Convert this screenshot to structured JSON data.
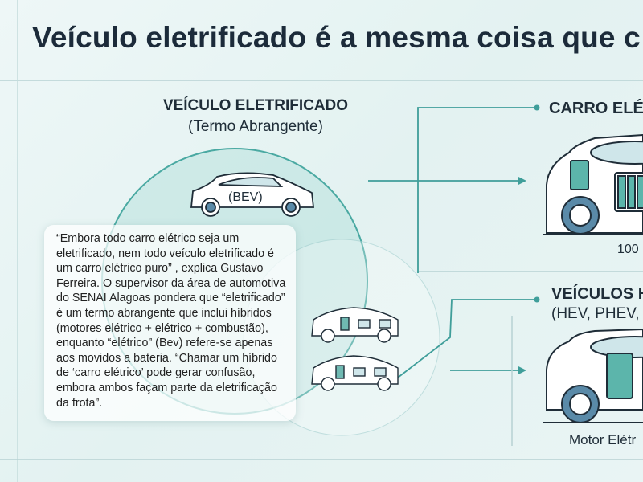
{
  "title": "Veículo eletrificado é a mesma coisa que c",
  "left": {
    "heading": "VEÍCULO ELETRIFICADO",
    "subheading": "(Termo Abrangente)",
    "car_label": "(BEV)",
    "quote": "“Embora todo carro elétrico seja um eletrificado, nem todo veículo eletrificado é um carro elétrico puro” , explica Gustavo Ferreira. O supervisor da área de automotiva do SENAI Alagoas pondera que “eletrificado” é um termo abrangente que inclui híbridos (motores elétrico + elétrico + combustão), enquanto “elétrico” (Bev) refere-se apenas aos movidos a bateria. “Chamar um híbrido de ‘carro elétrico’ pode gerar confusão, embora ambos façam parte da eletrificação da frota”."
  },
  "right": {
    "electric": {
      "heading": "CARRO ELÉT",
      "caption": "100"
    },
    "hybrid": {
      "heading": "VEÍCULOS H",
      "subheading": "(HEV, PHEV, ",
      "caption": "Motor Elétr"
    }
  },
  "colors": {
    "accent": "#3f9e9a",
    "dark": "#1c2b3a",
    "wheel": "#5a8aa8"
  }
}
